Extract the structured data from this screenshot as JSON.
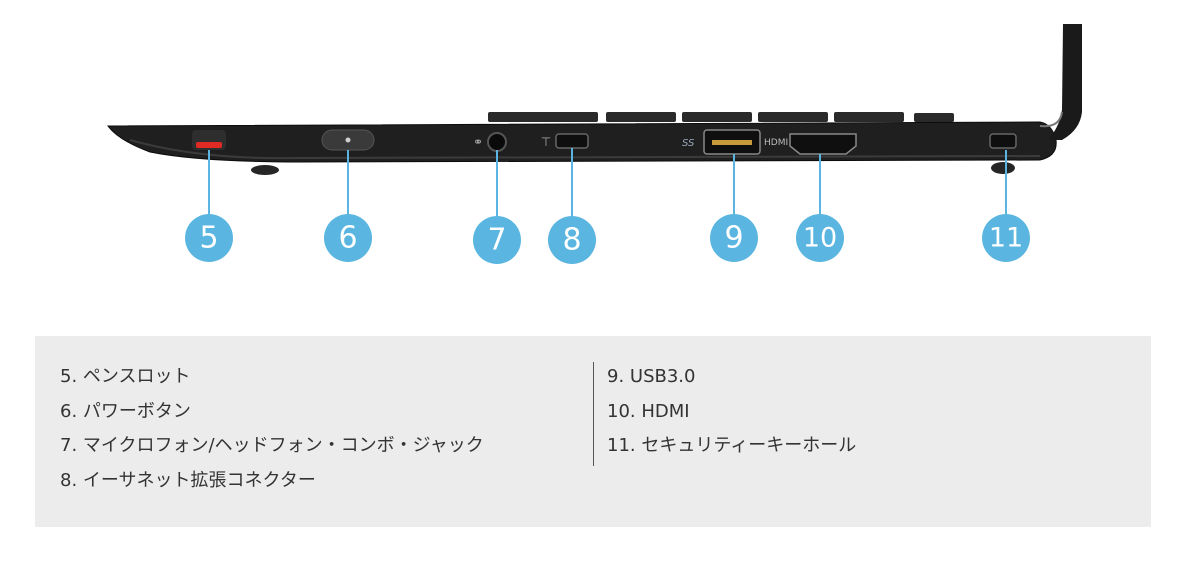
{
  "colors": {
    "callout": "#5ab6e0",
    "body_dark": "#1f1f1f",
    "panel_bg": "#ececec",
    "text": "#333333",
    "pen_red": "#e02b24"
  },
  "port_labels": {
    "hdmi": "HDMI",
    "usb": "SS"
  },
  "callouts": [
    "5",
    "6",
    "7",
    "8",
    "9",
    "10",
    "11"
  ],
  "legend": {
    "left": [
      "5. ペンスロット",
      "6. パワーボタン",
      "7. マイクロフォン/ヘッドフォン・コンボ・ジャック",
      "8. イーサネット拡張コネクター"
    ],
    "right": [
      "9. USB3.0",
      "10. HDMI",
      "11. セキュリティーキーホール"
    ]
  }
}
